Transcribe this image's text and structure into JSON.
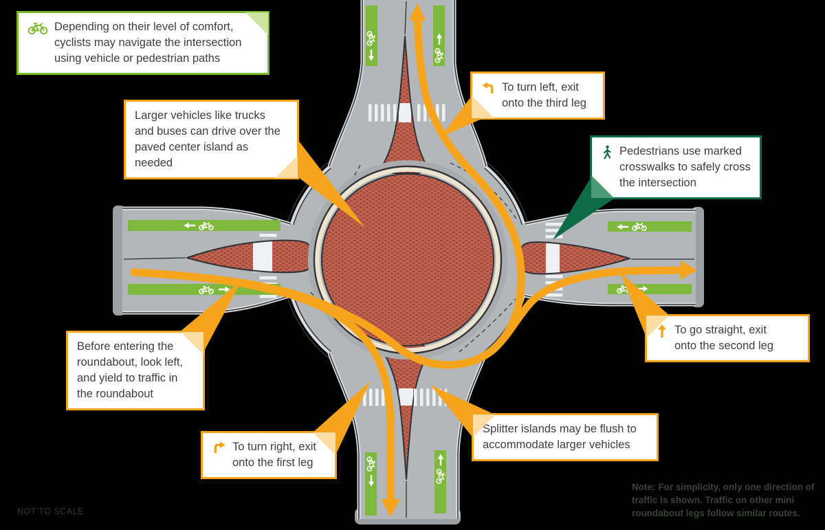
{
  "colors": {
    "background": "#000000",
    "accent_orange": "#f6a41c",
    "accent_green": "#79b829",
    "accent_dark_green": "#0e6b47",
    "road_gray": "#b4b7ba",
    "bike_lane_green": "#7cb93c",
    "center_island_red": "#c1604d",
    "arrow_yellow": "#f6a41c"
  },
  "callouts": {
    "cyclists": {
      "icon": "bicycle-icon",
      "lines": [
        "Depending on their level of comfort,",
        "cyclists may navigate the intersection",
        "using vehicle or pedestrian paths"
      ]
    },
    "larger_vehicles": {
      "lines": [
        "Larger vehicles like trucks",
        "and buses can drive over the",
        "paved center island as needed"
      ]
    },
    "turn_left": {
      "icon": "turn-left-arrow-icon",
      "lines": [
        "To turn left, exit",
        "onto the third leg"
      ]
    },
    "pedestrians": {
      "icon": "pedestrian-icon",
      "lines": [
        "Pedestrians use marked",
        "crosswalks to safely cross",
        "the intersection"
      ]
    },
    "go_straight": {
      "icon": "straight-arrow-icon",
      "lines": [
        "To go straight, exit",
        "onto the second leg"
      ]
    },
    "before_entering": {
      "lines": [
        "Before entering the",
        "roundabout, look left,",
        "and yield to traffic in",
        "the roundabout"
      ]
    },
    "turn_right": {
      "icon": "turn-right-arrow-icon",
      "lines": [
        "To turn right, exit",
        "onto the first leg"
      ]
    },
    "splitter_islands": {
      "lines": [
        "Splitter islands may be flush to",
        "accommodate larger vehicles"
      ]
    }
  },
  "footer": {
    "not_to_scale": "NOT TO SCALE",
    "note_label": "Note:",
    "note_text": "For simplicity, only one direction of traffic is shown. Traffic on other mini roundabout legs follow similar routes."
  }
}
